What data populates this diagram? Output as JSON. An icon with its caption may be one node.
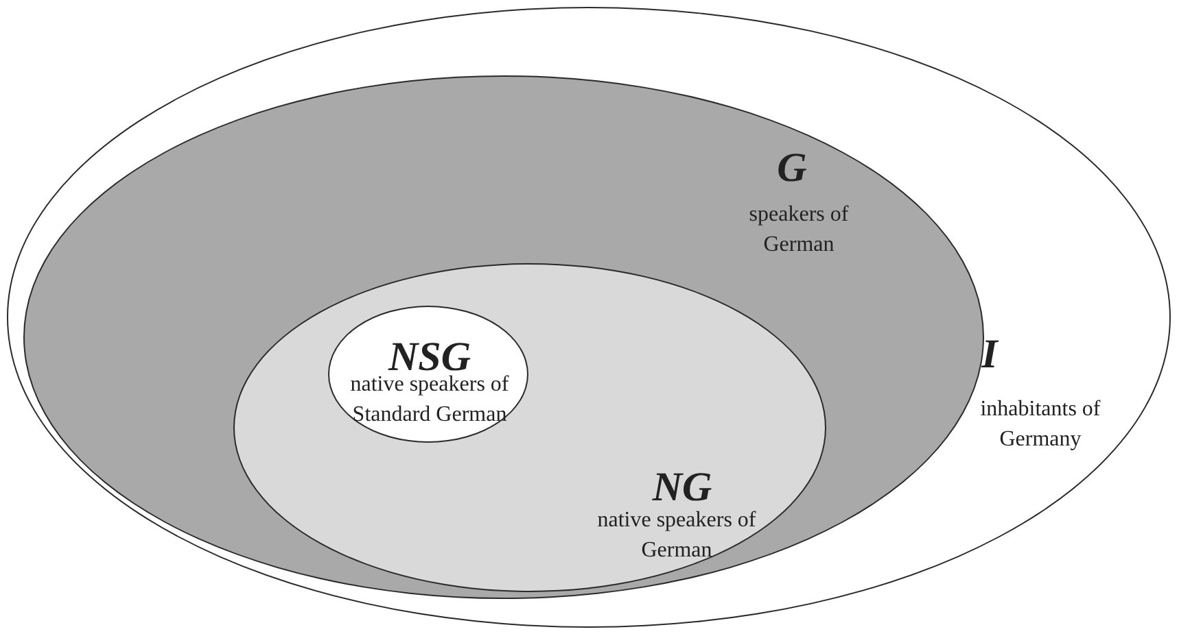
{
  "diagram": {
    "nodes": [
      {
        "text": [
          "I",
          "inhabitants of Germany"
        ]
      },
      {
        "text": [
          "G",
          "speakers of German"
        ],
        "in": 0
      },
      {
        "text": [
          "NG",
          "native speakers of German"
        ],
        "in": 1
      },
      {
        "text": [
          "NSG",
          "native speakers of Standard German"
        ],
        "in": 2
      }
    ]
  }
}
